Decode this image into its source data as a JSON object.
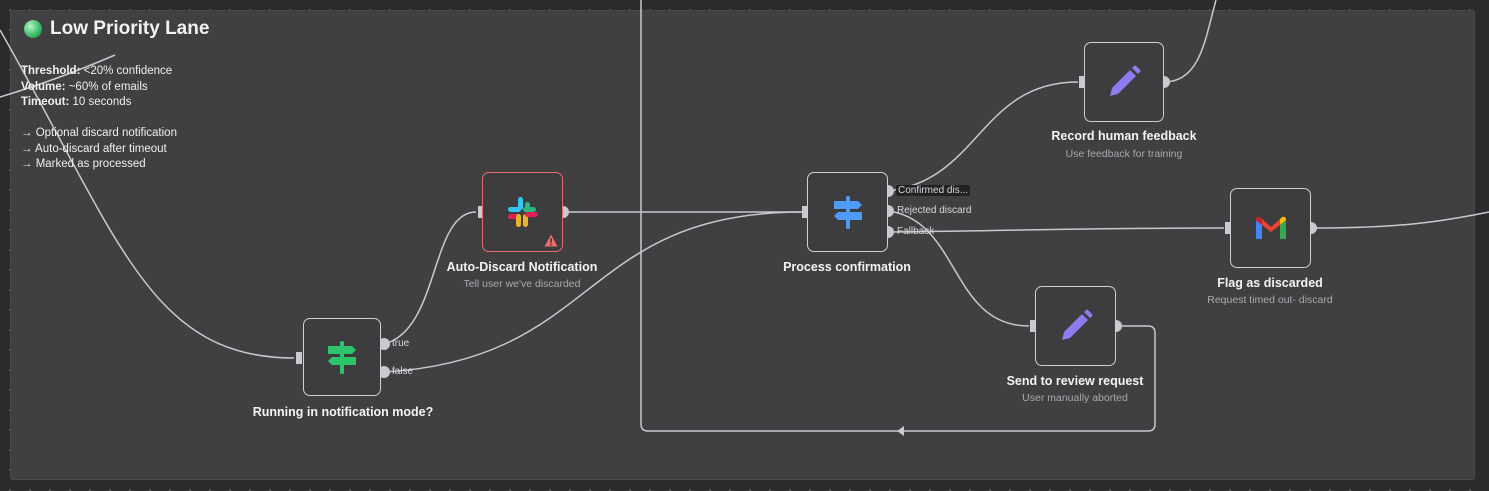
{
  "lane": {
    "title": "Low Priority Lane",
    "notes": {
      "threshold_label": "Threshold:",
      "threshold_value": " <20% confidence",
      "volume_label": "Volume:",
      "volume_value": " ~60% of emails",
      "timeout_label": "Timeout:",
      "timeout_value": " 10 seconds",
      "bullet_1": "→ Optional discard notification",
      "bullet_2": "→ Auto-discard after timeout",
      "bullet_3": "→ Marked as processed"
    }
  },
  "nodes": {
    "running": {
      "title": "Running in notification mode?",
      "icon": "signpost-icon",
      "color": "#2ec46b",
      "ports": {
        "true": "true",
        "false": "false"
      }
    },
    "slack": {
      "title": "Auto-Discard Notification",
      "subtitle": "Tell user we've discarded",
      "icon": "slack-icon",
      "status": "warning"
    },
    "process": {
      "title": "Process confirmation",
      "icon": "signpost-icon",
      "color": "#4d9cf5",
      "ports": {
        "confirmed": "Confirmed dis...",
        "rejected": "Rejected discard",
        "fallback": "Fallback"
      }
    },
    "record": {
      "title": "Record human feedback",
      "subtitle": "Use feedback for training",
      "icon": "pencil-icon",
      "color": "#8c7cf0"
    },
    "review": {
      "title": "Send to review request",
      "subtitle": "User manually aborted",
      "icon": "pencil-icon",
      "color": "#8c7cf0"
    },
    "gmail": {
      "title": "Flag as discarded",
      "subtitle": "Request timed out- discard",
      "icon": "gmail-icon"
    }
  },
  "colors": {
    "canvas": "#2b2b2d",
    "sticky": "#404042",
    "wire": "#c9c9ce",
    "node_border": "#d0d0d4",
    "error_border": "#e86a6a"
  }
}
